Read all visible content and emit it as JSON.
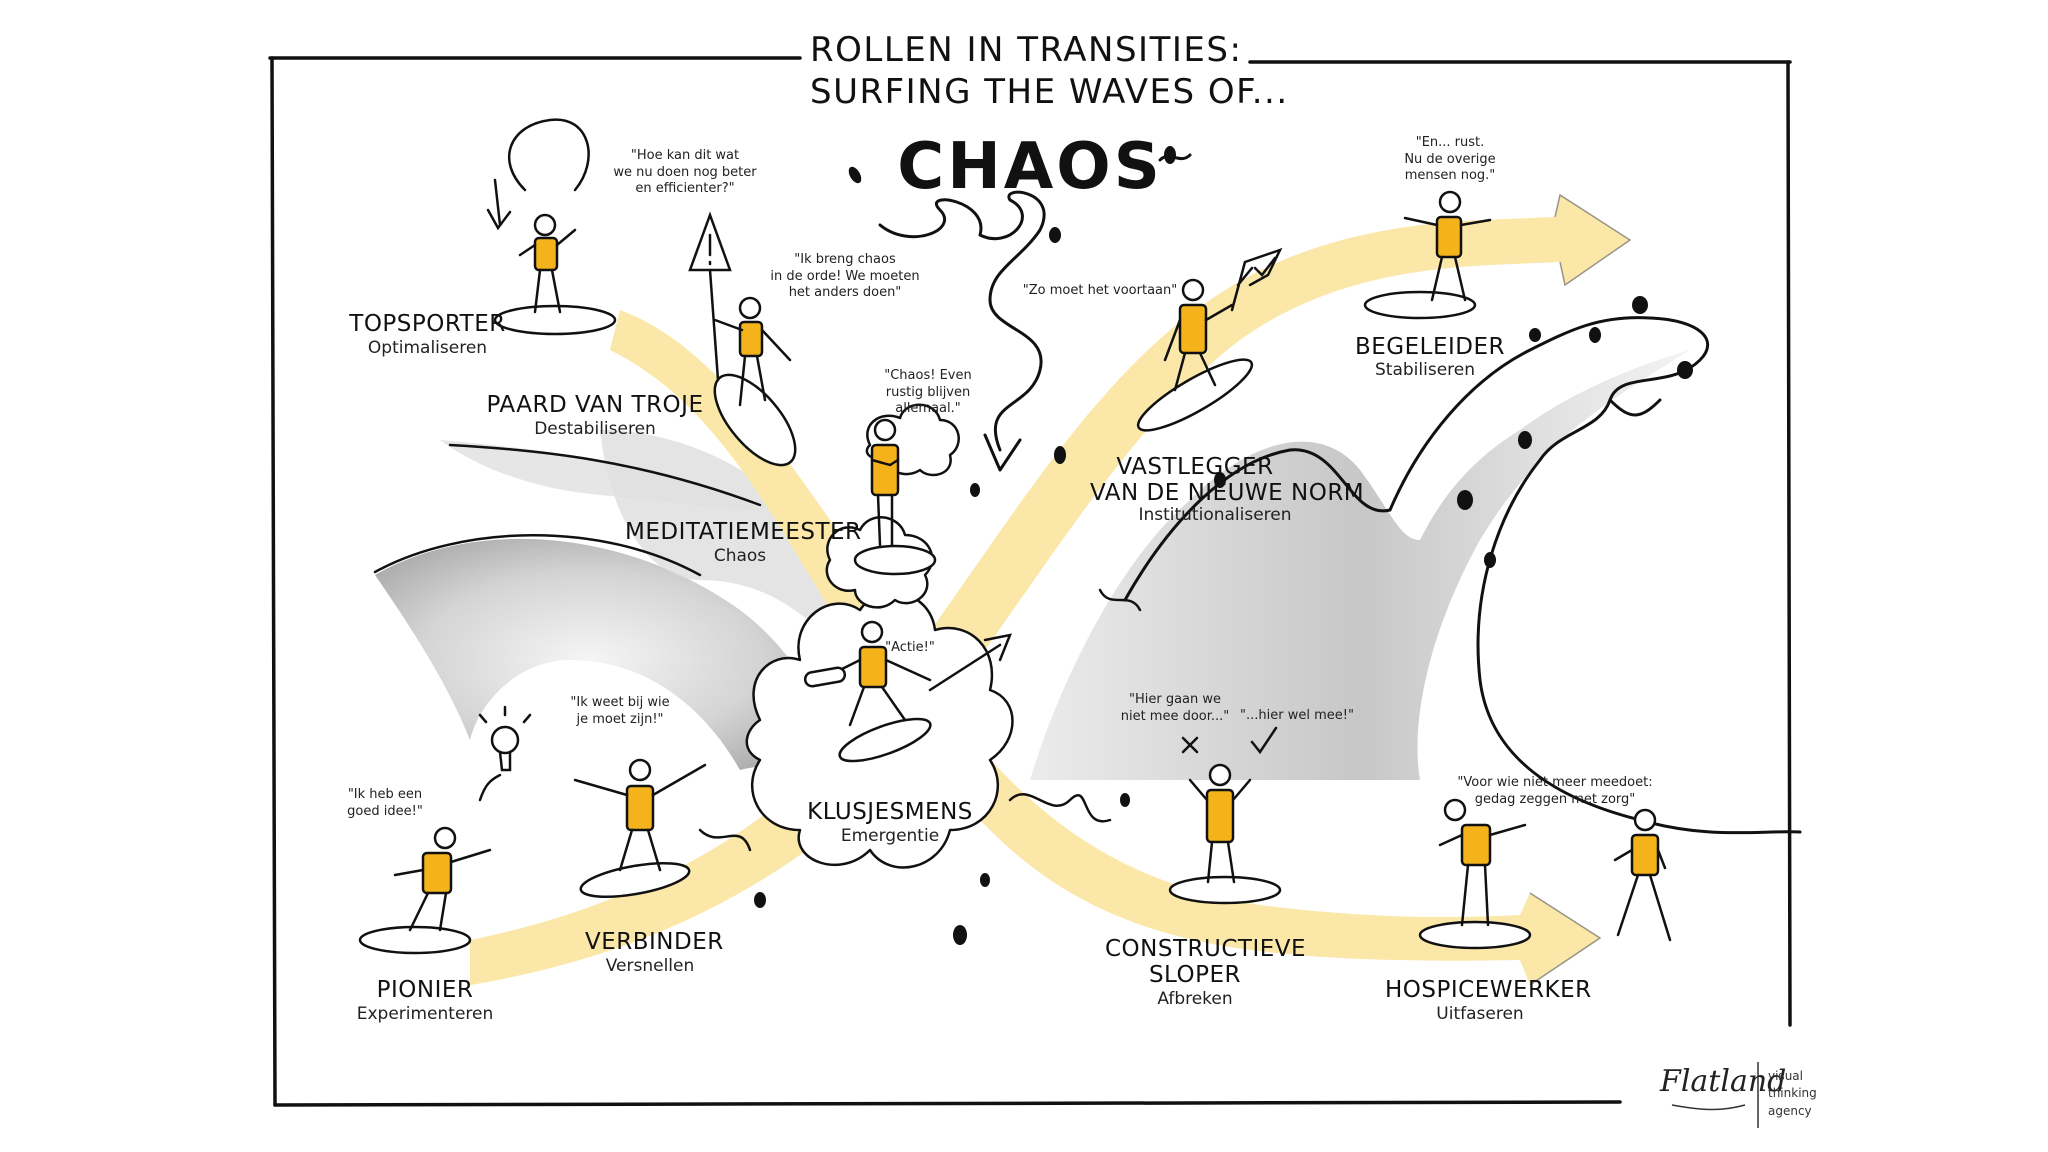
{
  "title": {
    "line1": "ROLLEN IN TRANSITIES:",
    "line2": "SURFING THE WAVES OF...",
    "main": "CHAOS"
  },
  "colors": {
    "accent": "#F5B31B",
    "ribbon": "#FBE7A8",
    "ink": "#111111",
    "wave_shade": "#BDBDBD"
  },
  "roles": {
    "topsporter": {
      "name": "TOPSPORTER",
      "verb": "Optimaliseren",
      "quote": "\"Hoe kan dit wat\nwe nu doen nog beter\nen efficienter?\""
    },
    "paard_van_troje": {
      "name": "PAARD VAN TROJE",
      "verb": "Destabiliseren",
      "quote": "\"Ik breng chaos\nin de orde! We moeten\nhet anders doen\""
    },
    "meditatiemeester": {
      "name": "MEDITATIEMEESTER",
      "verb": "Chaos",
      "quote": "\"Chaos! Even\nrustig blijven\nallemaal.\""
    },
    "klusjesmens": {
      "name": "KLUSJESMENS",
      "verb": "Emergentie",
      "quote": "\"Actie!\""
    },
    "verbinder": {
      "name": "VERBINDER",
      "verb": "Versnellen",
      "quote": "\"Ik weet bij wie\nje moet zijn!\""
    },
    "pionier": {
      "name": "PIONIER",
      "verb": "Experimenteren",
      "quote": "\"Ik heb een\ngoed idee!\""
    },
    "vastlegger": {
      "name1": "VASTLEGGER",
      "name2": "VAN DE NIEUWE NORM",
      "verb": "Institutionaliseren",
      "quote": "\"Zo moet het voortaan\""
    },
    "begeleider": {
      "name": "BEGELEIDER",
      "verb": "Stabiliseren",
      "quote": "\"En... rust.\nNu de overige\nmensen nog.\""
    },
    "constructieve_sloper": {
      "name1": "CONSTRUCTIEVE",
      "name2": "SLOPER",
      "verb": "Afbreken",
      "quote_a": "\"Hier gaan we\nniet mee door...\"",
      "quote_b": "\"...hier wel mee!\""
    },
    "hospicewerker": {
      "name": "HOSPICEWERKER",
      "verb": "Uitfaseren",
      "quote": "\"Voor wie niet meer meedoet:\ngedag zeggen met zorg\""
    }
  },
  "logo": {
    "script": "Flatland",
    "tagline": "visual\nthinking\nagency"
  }
}
